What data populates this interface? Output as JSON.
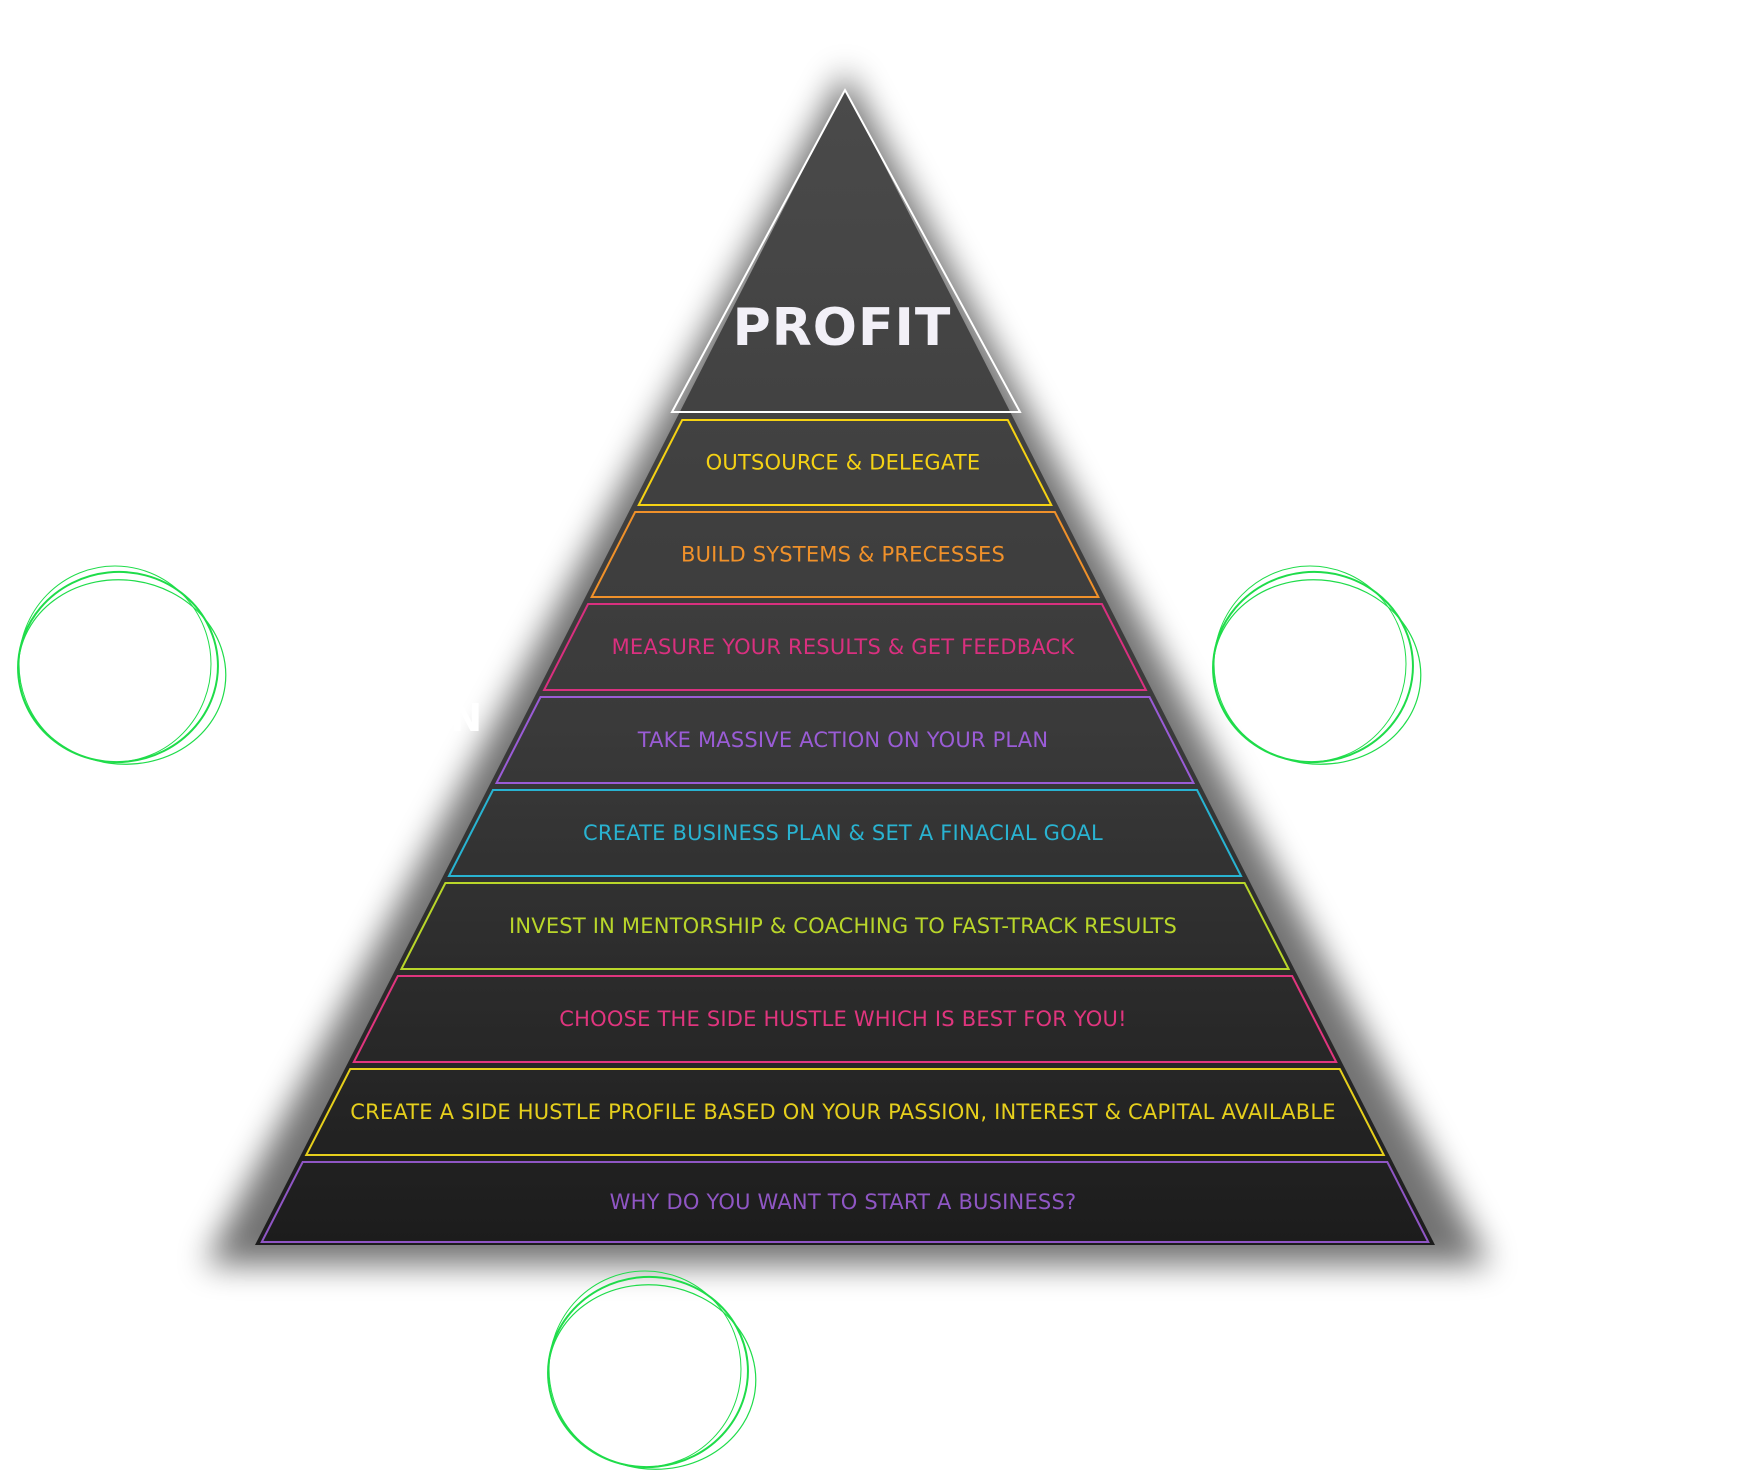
{
  "apex": {
    "label": "PROFIT",
    "color": "#f2f0f7",
    "stroke": "#ffffff"
  },
  "tiers": [
    {
      "label": "OUTSOURCE & DELEGATE",
      "color": "#f5d214"
    },
    {
      "label": "BUILD SYSTEMS & PRECESSES",
      "color": "#f0912a"
    },
    {
      "label": "MEASURE YOUR RESULTS & GET FEEDBACK",
      "color": "#d9307f"
    },
    {
      "label": "TAKE MASSIVE ACTION ON YOUR PLAN",
      "color": "#9a5cd6"
    },
    {
      "label": "CREATE BUSINESS PLAN & SET A FINACIAL GOAL",
      "color": "#29b3d1"
    },
    {
      "label": "INVEST IN MENTORSHIP & COACHING TO FAST-TRACK RESULTS",
      "color": "#b9d62a"
    },
    {
      "label": "CHOOSE THE SIDE HUSTLE WHICH IS BEST FOR YOU!",
      "color": "#e0357e"
    },
    {
      "label": "CREATE A SIDE HUSTLE PROFILE BASED ON YOUR PASSION, INTEREST & CAPITAL AVAILABLE",
      "color": "#e6cf1c"
    },
    {
      "label": "WHY DO YOU WANT TO START A BUSINESS?",
      "color": "#8f56c4"
    }
  ],
  "partial_text": {
    "label": "ON",
    "color": "#ffffff"
  },
  "decor": {
    "circle_color": "#1fdc4a",
    "pyramid_fill_top": "#4a4a4a",
    "pyramid_fill_bottom": "#1c1c1c"
  }
}
